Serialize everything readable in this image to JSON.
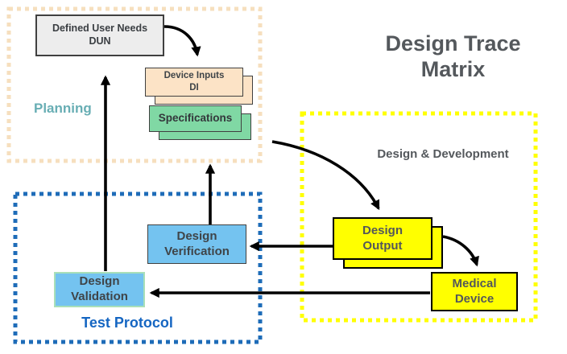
{
  "title": "Design Trace\nMatrix",
  "groups": {
    "planning": {
      "label": "Planning",
      "border_color": "#F6DFBE",
      "label_color": "#68AEB4"
    },
    "design_development": {
      "label": "Design & Development",
      "border_color": "#FFFF00",
      "label_color": "#54585C"
    },
    "test_protocol": {
      "label": "Test Protocol",
      "border_color": "#1E6CB8",
      "label_color": "#1566C2"
    }
  },
  "nodes": {
    "defined_user_needs": {
      "label": "Defined User Needs\nDUN",
      "fill": "#EDEDED",
      "stacked": false
    },
    "device_inputs": {
      "label": "Device Inputs\nDI",
      "fill": "#FCE3C6",
      "stacked": true
    },
    "specifications": {
      "label": "Specifications",
      "fill": "#80D8A4",
      "stacked": true
    },
    "design_verification": {
      "label": "Design\nVerification",
      "fill": "#74C3F0",
      "stacked": false
    },
    "design_validation": {
      "label": "Design\nValidation",
      "fill": "#74C3F0",
      "border_color": "#A9DFB8",
      "stacked": false
    },
    "design_output": {
      "label": "Design\nOutput",
      "fill": "#FFFF00",
      "stacked": true
    },
    "medical_device": {
      "label": "Medical\nDevice",
      "fill": "#FFFF00",
      "stacked": false
    }
  },
  "edges": [
    {
      "from": "defined_user_needs",
      "to": "device_inputs",
      "style": "curved"
    },
    {
      "from": "specifications",
      "to": "design_output",
      "style": "curved"
    },
    {
      "from": "design_output",
      "to": "medical_device",
      "style": "curved"
    },
    {
      "from": "design_output",
      "to": "design_verification",
      "style": "straight"
    },
    {
      "from": "medical_device",
      "to": "design_validation",
      "style": "straight"
    },
    {
      "from": "design_verification",
      "to": "specifications",
      "style": "straight"
    },
    {
      "from": "design_validation",
      "to": "defined_user_needs",
      "style": "straight"
    }
  ],
  "arrow_color": "#000000",
  "background": "#FFFFFF"
}
